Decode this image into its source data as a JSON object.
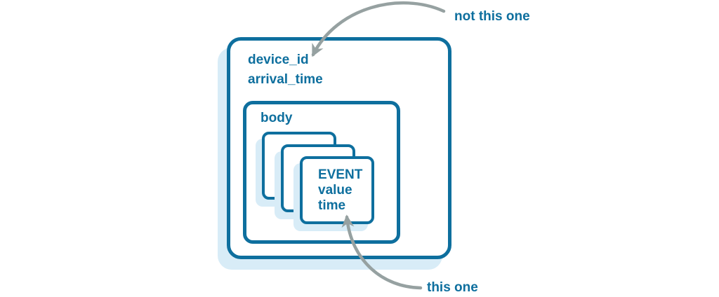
{
  "colors": {
    "primary_blue": "#0e6f9e",
    "soft_shadow_blue": "#d8ecf7",
    "arrow_gray": "#96a1a1",
    "background": "#ffffff"
  },
  "envelope": {
    "fields": [
      "device_id",
      "arrival_time"
    ],
    "body": {
      "label": "body",
      "stacked_cards_count": 3,
      "event_card": {
        "title": "EVENT",
        "fields": [
          "value",
          "time"
        ]
      }
    }
  },
  "annotations": {
    "top_label": "not this one",
    "bottom_label": "this one"
  }
}
